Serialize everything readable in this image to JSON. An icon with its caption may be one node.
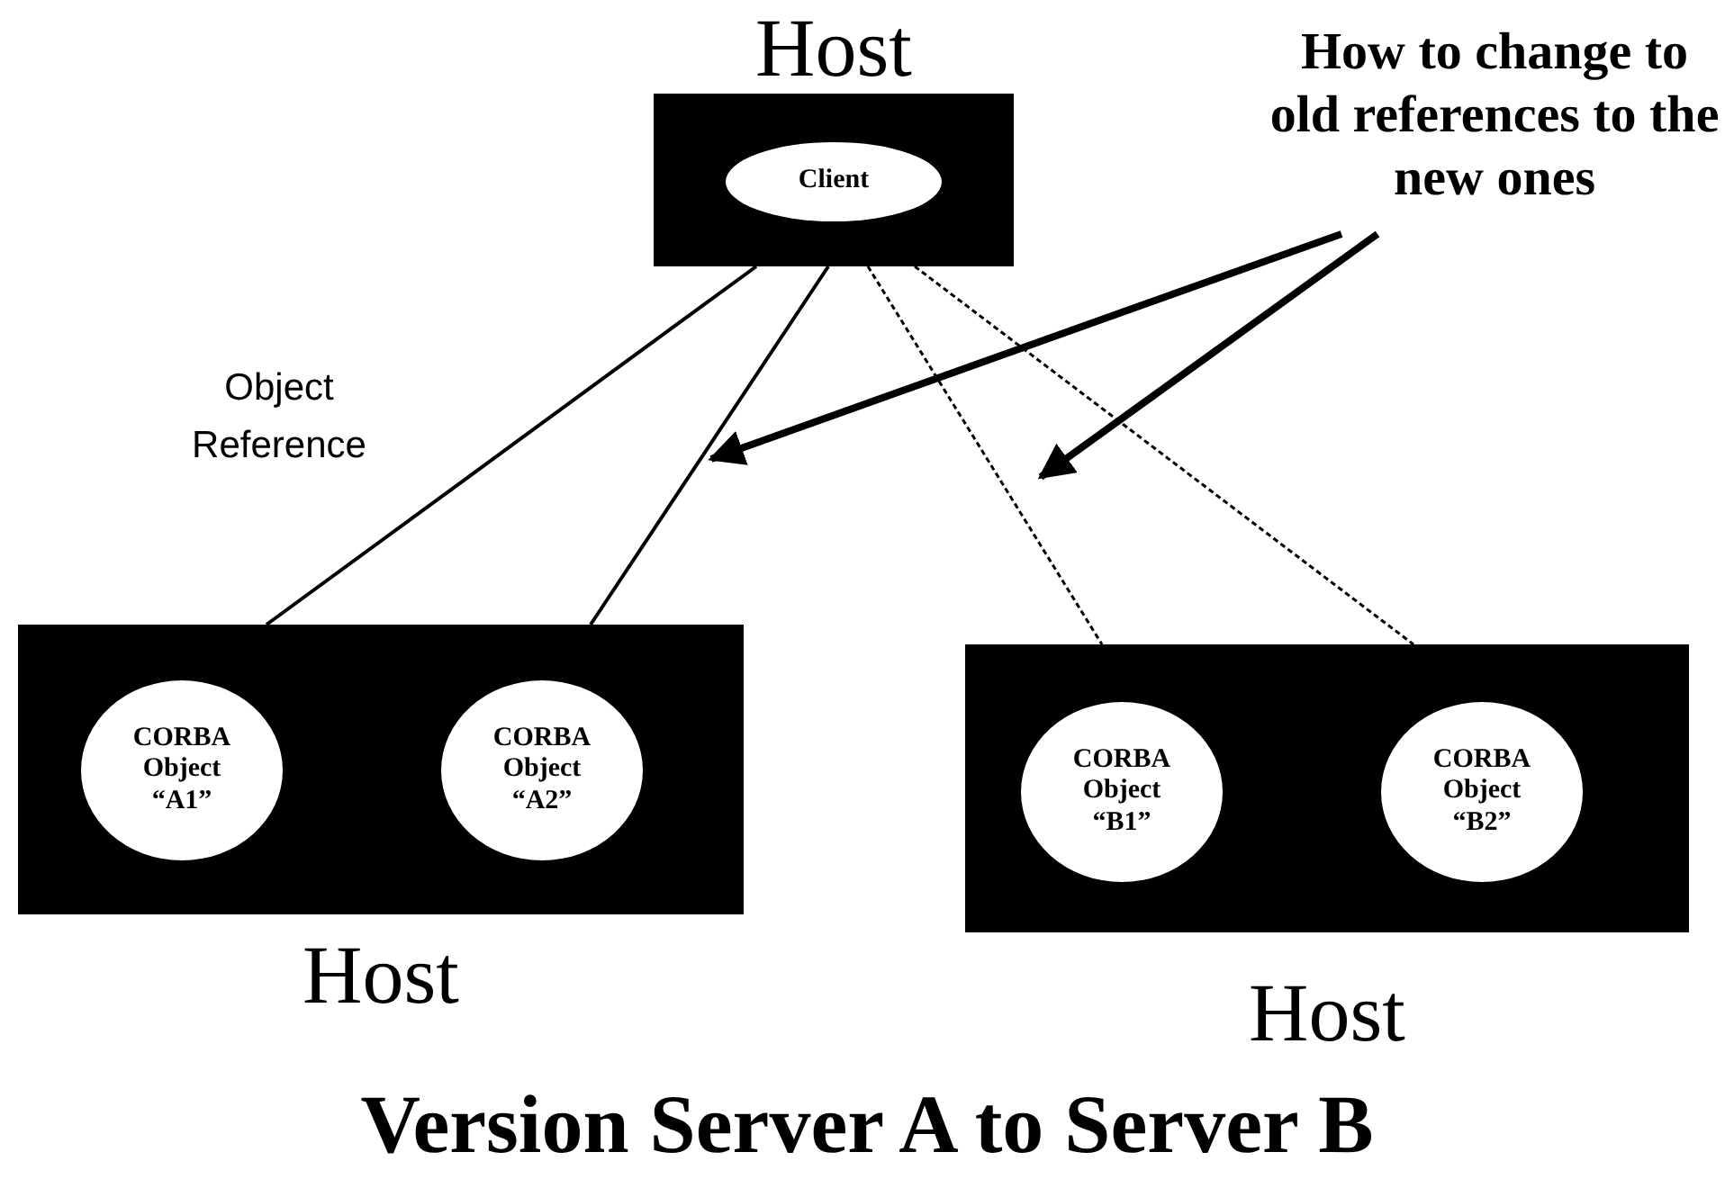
{
  "diagram": {
    "caption": "Version Server A to Server B",
    "nodes": [
      {
        "text": [
          "Host"
        ]
      },
      {
        "text": [
          "Client"
        ],
        "in": 0
      },
      {
        "text": [
          "Host"
        ]
      },
      {
        "text": [
          "CORBA Object “A1”"
        ],
        "in": 2
      },
      {
        "text": [
          "CORBA Object “A2”"
        ],
        "in": 2
      },
      {
        "text": [
          "Host"
        ]
      },
      {
        "text": [
          "CORBA Object “B1”"
        ],
        "in": 5
      },
      {
        "text": [
          "CORBA Object “B2”"
        ],
        "in": 5
      },
      {
        "text": [
          "How to change to old references to the new ones"
        ]
      }
    ],
    "edges": [
      {
        "from": 0,
        "to": 2,
        "arrow": "none",
        "label": "Object Reference"
      },
      {
        "from": 0,
        "to": 2,
        "arrow": "none"
      },
      {
        "from": 0,
        "to": 5,
        "arrow": "none",
        "style": "dashed"
      },
      {
        "from": 0,
        "to": 5,
        "arrow": "none",
        "style": "dashed"
      },
      {
        "from": 8,
        "to": null,
        "arrow": "to",
        "style": "thick"
      },
      {
        "from": 8,
        "to": null,
        "arrow": "to",
        "style": "thick"
      }
    ]
  }
}
